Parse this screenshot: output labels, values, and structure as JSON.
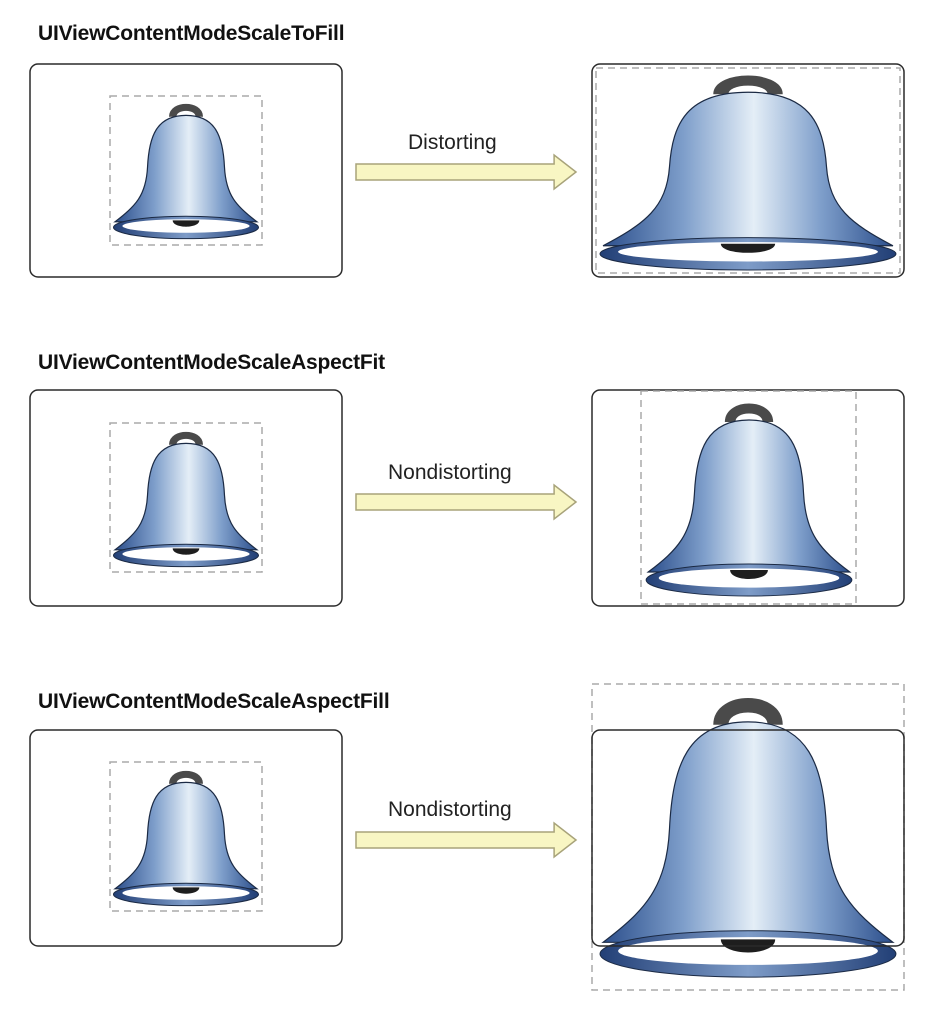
{
  "rows": [
    {
      "title": "UIViewContentModeScaleToFill",
      "arrow_label": "Distorting"
    },
    {
      "title": "UIViewContentModeScaleAspectFit",
      "arrow_label": "Nondistorting"
    },
    {
      "title": "UIViewContentModeScaleAspectFill",
      "arrow_label": "Nondistorting"
    }
  ],
  "colors": {
    "frame_stroke": "#2a2a2a",
    "dashed_stroke": "#aaaaaa",
    "arrow_fill": "#f8f6c3",
    "arrow_stroke": "#a8a37a",
    "bell_dark": "#2c4f8c",
    "bell_mid": "#7f9fcb",
    "bell_light": "#e4eef7",
    "handle": "#4a4a4a"
  },
  "icons": {
    "bell": "bell-icon",
    "arrow": "right-arrow-icon"
  }
}
